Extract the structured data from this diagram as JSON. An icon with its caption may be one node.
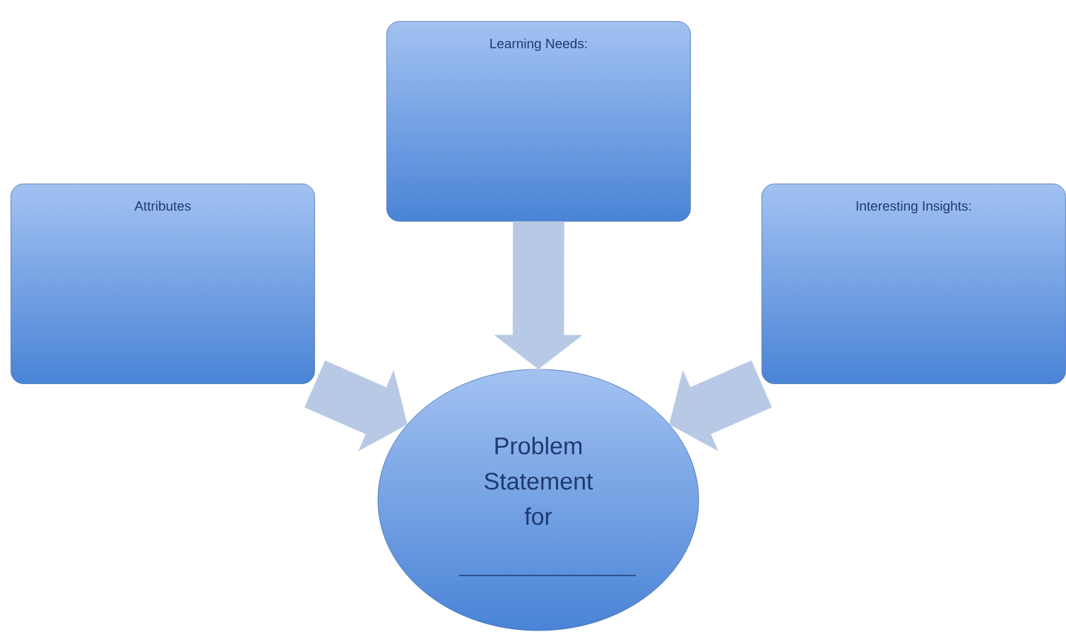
{
  "diagram": {
    "nodes": [
      {
        "text": [
          "Learning Needs:"
        ]
      },
      {
        "text": [
          "Attributes"
        ]
      },
      {
        "text": [
          "Interesting Insights:"
        ]
      },
      {
        "text": [
          "Problem Statement for"
        ]
      }
    ],
    "edges": [
      {
        "from": 0,
        "to": 3,
        "arrow": "to"
      },
      {
        "from": 1,
        "to": 3,
        "arrow": "to"
      },
      {
        "from": 2,
        "to": 3,
        "arrow": "to"
      }
    ]
  }
}
